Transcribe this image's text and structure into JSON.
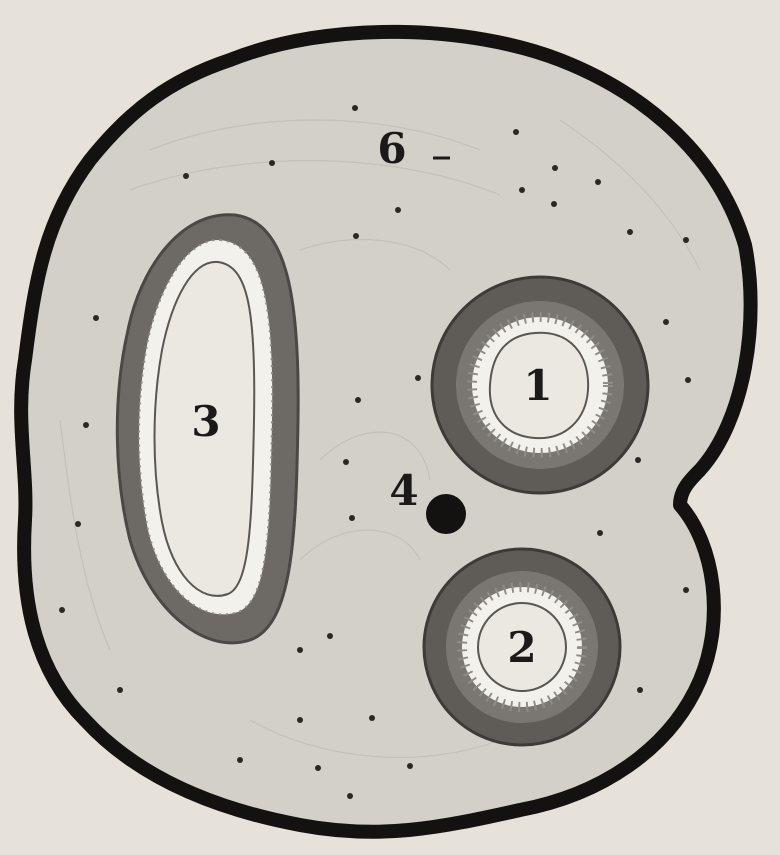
{
  "colors": {
    "paper": "#e6e2d9",
    "tissue": "#d3d0ca",
    "outline": "#141210",
    "wall": "#6d6a66",
    "wall_dark": "#4a4745",
    "lining": "#f3f1ec",
    "lumen": "#ebe8e2",
    "ink": "#1c1a18"
  },
  "labels": {
    "vessel_1": "1",
    "vessel_2": "2",
    "vessel_3": "3",
    "dot_4": "4",
    "region_6": "6"
  }
}
